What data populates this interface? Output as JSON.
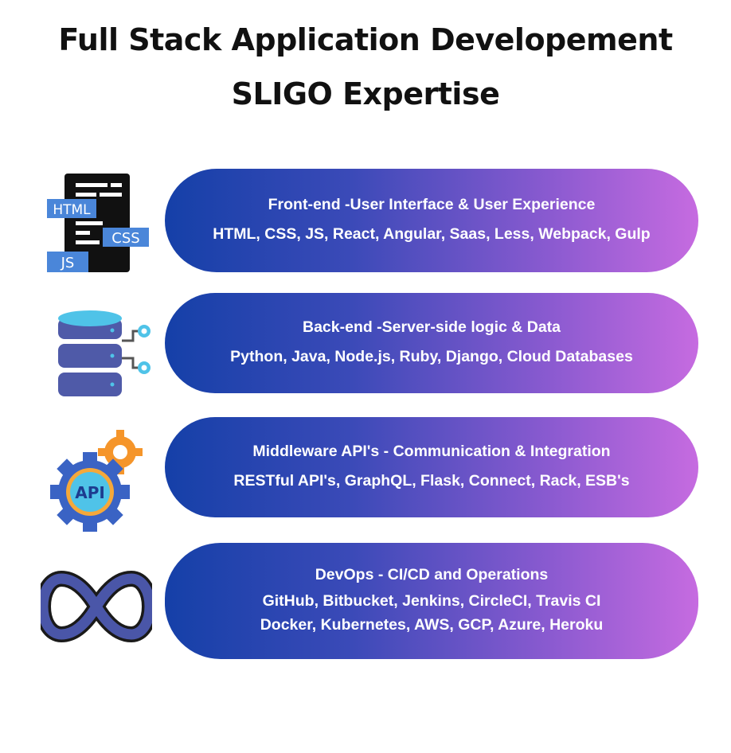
{
  "title": {
    "line1": "Full Stack Application Developement",
    "line2": "SLIGO Expertise"
  },
  "sections": [
    {
      "heading": "Front-end -User Interface & User Experience",
      "lines": [
        "HTML, CSS, JS, React, Angular, Saas, Less, Webpack, Gulp"
      ],
      "icon": "code-files-icon",
      "icon_labels": {
        "html": "HTML",
        "css": "CSS",
        "js": "JS"
      }
    },
    {
      "heading": "Back-end -Server-side logic & Data",
      "lines": [
        "Python, Java, Node.js, Ruby, Django, Cloud Databases"
      ],
      "icon": "database-icon"
    },
    {
      "heading": "Middleware API's - Communication & Integration",
      "lines": [
        "RESTful API's, GraphQL, Flask, Connect, Rack, ESB's"
      ],
      "icon": "api-gear-icon",
      "icon_labels": {
        "api": "API"
      }
    },
    {
      "heading": "DevOps - CI/CD and Operations",
      "lines": [
        "GitHub, Bitbucket, Jenkins, CircleCI, Travis CI",
        "Docker, Kubernetes, AWS, GCP, Azure, Heroku"
      ],
      "icon": "devops-infinity-icon"
    }
  ],
  "colors": {
    "pill_start": "#1540a8",
    "pill_end": "#c66be0",
    "icon_blue": "#4a86d9",
    "icon_cyan": "#4fc3e8",
    "gear_orange": "#f5952a"
  }
}
